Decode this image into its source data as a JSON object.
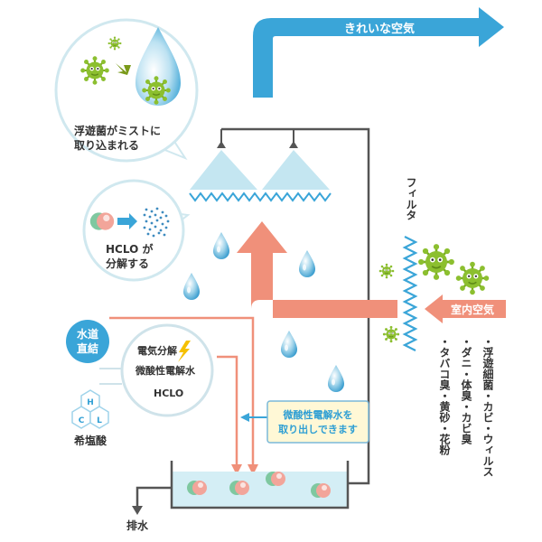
{
  "labels": {
    "clean_air": "きれいな空気",
    "mist_line1": "浮遊菌がミストに",
    "mist_line2": "取り込まれる",
    "hclo_line1": "HCLO が",
    "hclo_line2": "分解する",
    "filter": "フィルタ",
    "room_air": "室内空気",
    "tap_line1": "水道",
    "tap_line2": "直結",
    "electrolysis": "電気分解",
    "electrolyzed_water": "微酸性電解水",
    "hclo": "HCLO",
    "dilute_hcl": "希塩酸",
    "drain": "排水",
    "extract_line1": "微酸性電解水を",
    "extract_line2": "取り出しできます",
    "hex_h": "H",
    "hex_c": "C",
    "hex_l": "L"
  },
  "pollutants": [
    "・浮遊細菌・カビ・ウィルス",
    "・ダニ・体臭・カビ臭",
    "・タバコ臭・黄砂・花粉"
  ],
  "colors": {
    "blue_arrow": "#3aa5d8",
    "salmon_arrow": "#f0907a",
    "mist": "#c4e6f1",
    "water": "#d4eef5",
    "germ": "#8cbf2f",
    "frame": "#555555",
    "note_bg": "#fff8d6"
  }
}
